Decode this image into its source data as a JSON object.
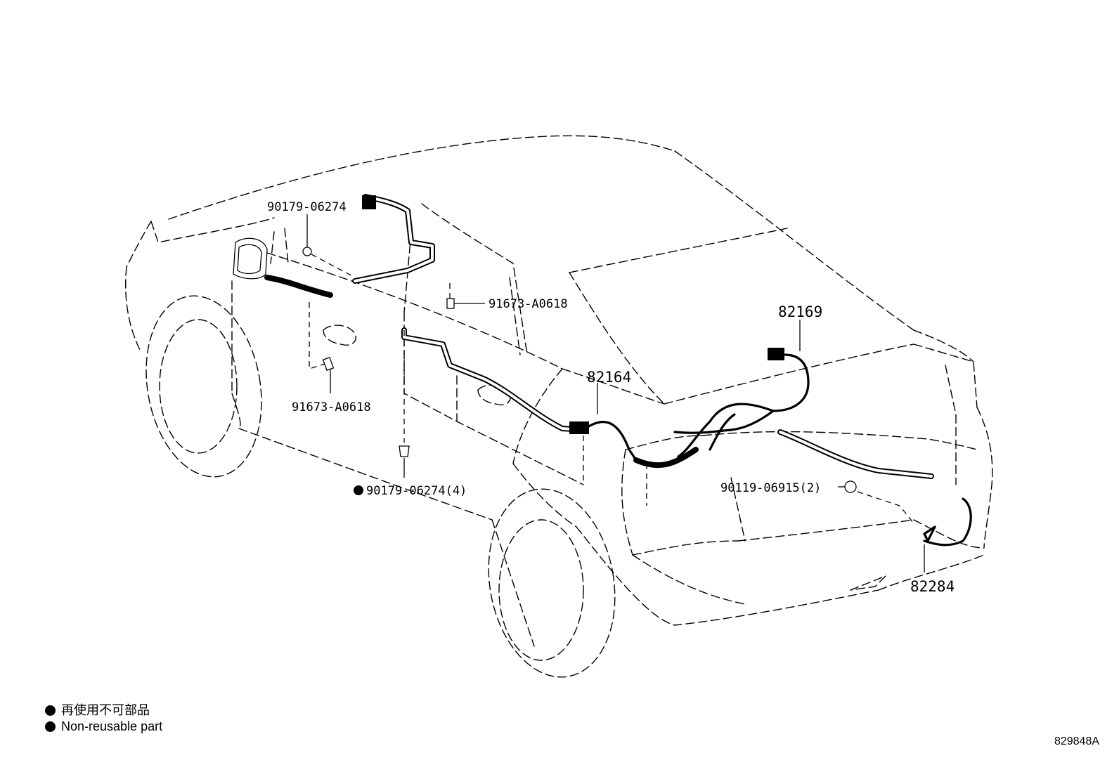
{
  "callouts": [
    {
      "id": "clip-top",
      "text": "90179-06274"
    },
    {
      "id": "bolt-upper",
      "text": "91673-A0618"
    },
    {
      "id": "bolt-lower",
      "text": "91673-A0618"
    },
    {
      "id": "clip-bottom",
      "text": "90179-06274(4)"
    },
    {
      "id": "harness-82164",
      "text": "82164"
    },
    {
      "id": "harness-82169",
      "text": "82169"
    },
    {
      "id": "clip-rear",
      "text": "90119-06915(2)"
    },
    {
      "id": "harness-82284",
      "text": "82284"
    }
  ],
  "legend": {
    "line1": "再使用不可部品",
    "line2": "Non-reusable part"
  },
  "reference_code": "829848A"
}
